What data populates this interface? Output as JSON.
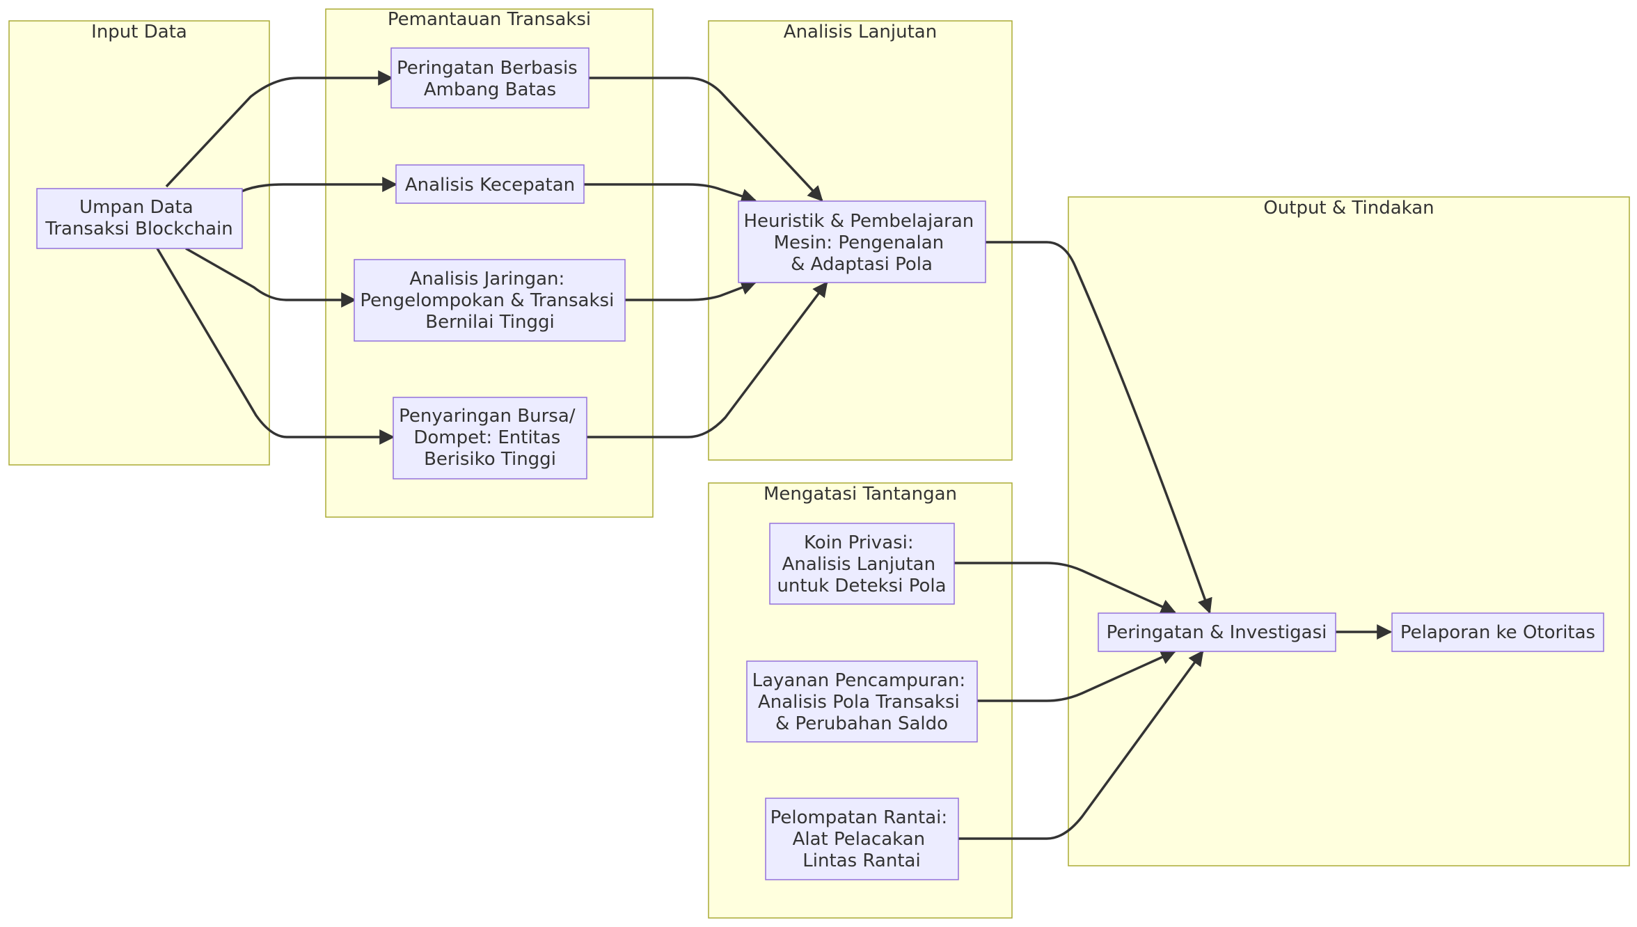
{
  "clusters": {
    "input": {
      "label": "Input Data"
    },
    "monitoring": {
      "label": "Pemantauan Transaksi"
    },
    "advanced": {
      "label": "Analisis Lanjutan"
    },
    "challenges": {
      "label": "Mengatasi Tantangan"
    },
    "output": {
      "label": "Output & Tindakan"
    }
  },
  "nodes": {
    "feed": {
      "lines": [
        "Umpan Data",
        "Transaksi Blockchain"
      ]
    },
    "threshold": {
      "lines": [
        "Peringatan Berbasis",
        "Ambang Batas"
      ]
    },
    "velocity": {
      "lines": [
        "Analisis Kecepatan"
      ]
    },
    "network": {
      "lines": [
        "Analisis Jaringan:",
        "Pengelompokan & Transaksi",
        "Bernilai Tinggi"
      ]
    },
    "exchange": {
      "lines": [
        "Penyaringan Bursa/",
        "Dompet: Entitas",
        "Berisiko Tinggi"
      ]
    },
    "ml": {
      "lines": [
        "Heuristik & Pembelajaran",
        "Mesin: Pengenalan",
        "& Adaptasi Pola"
      ]
    },
    "privacy": {
      "lines": [
        "Koin Privasi:",
        "Analisis Lanjutan",
        "untuk Deteksi Pola"
      ]
    },
    "mixing": {
      "lines": [
        "Layanan Pencampuran:",
        "Analisis Pola Transaksi",
        "& Perubahan Saldo"
      ]
    },
    "chainhop": {
      "lines": [
        "Pelompatan Rantai:",
        "Alat Pelacakan",
        "Lintas Rantai"
      ]
    },
    "alerts": {
      "lines": [
        "Peringatan & Investigasi"
      ]
    },
    "report": {
      "lines": [
        "Pelaporan ke Otoritas"
      ]
    }
  },
  "edges": [
    {
      "from": "feed",
      "to": "threshold"
    },
    {
      "from": "feed",
      "to": "velocity"
    },
    {
      "from": "feed",
      "to": "network"
    },
    {
      "from": "feed",
      "to": "exchange"
    },
    {
      "from": "threshold",
      "to": "ml"
    },
    {
      "from": "velocity",
      "to": "ml"
    },
    {
      "from": "network",
      "to": "ml"
    },
    {
      "from": "exchange",
      "to": "ml"
    },
    {
      "from": "ml",
      "to": "alerts"
    },
    {
      "from": "privacy",
      "to": "alerts"
    },
    {
      "from": "mixing",
      "to": "alerts"
    },
    {
      "from": "chainhop",
      "to": "alerts"
    },
    {
      "from": "alerts",
      "to": "report"
    }
  ]
}
